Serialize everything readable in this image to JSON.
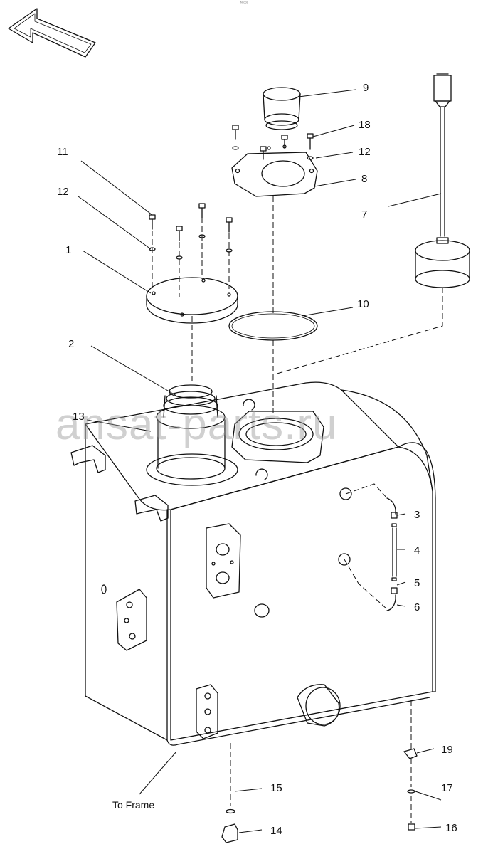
{
  "top_mark": "ᴺ ᵒᵒᵒ",
  "watermark": "ansat-parts.ru",
  "note": "To Frame",
  "parts": {
    "p1": "1",
    "p2": "2",
    "p3": "3",
    "p4": "4",
    "p5": "5",
    "p6": "6",
    "p7": "7",
    "p8": "8",
    "p9": "9",
    "p10": "10",
    "p11": "11",
    "p12a": "12",
    "p12b": "12",
    "p13": "13",
    "p14": "14",
    "p15": "15",
    "p16": "16",
    "p17": "17",
    "p18": "18",
    "p19": "19"
  }
}
